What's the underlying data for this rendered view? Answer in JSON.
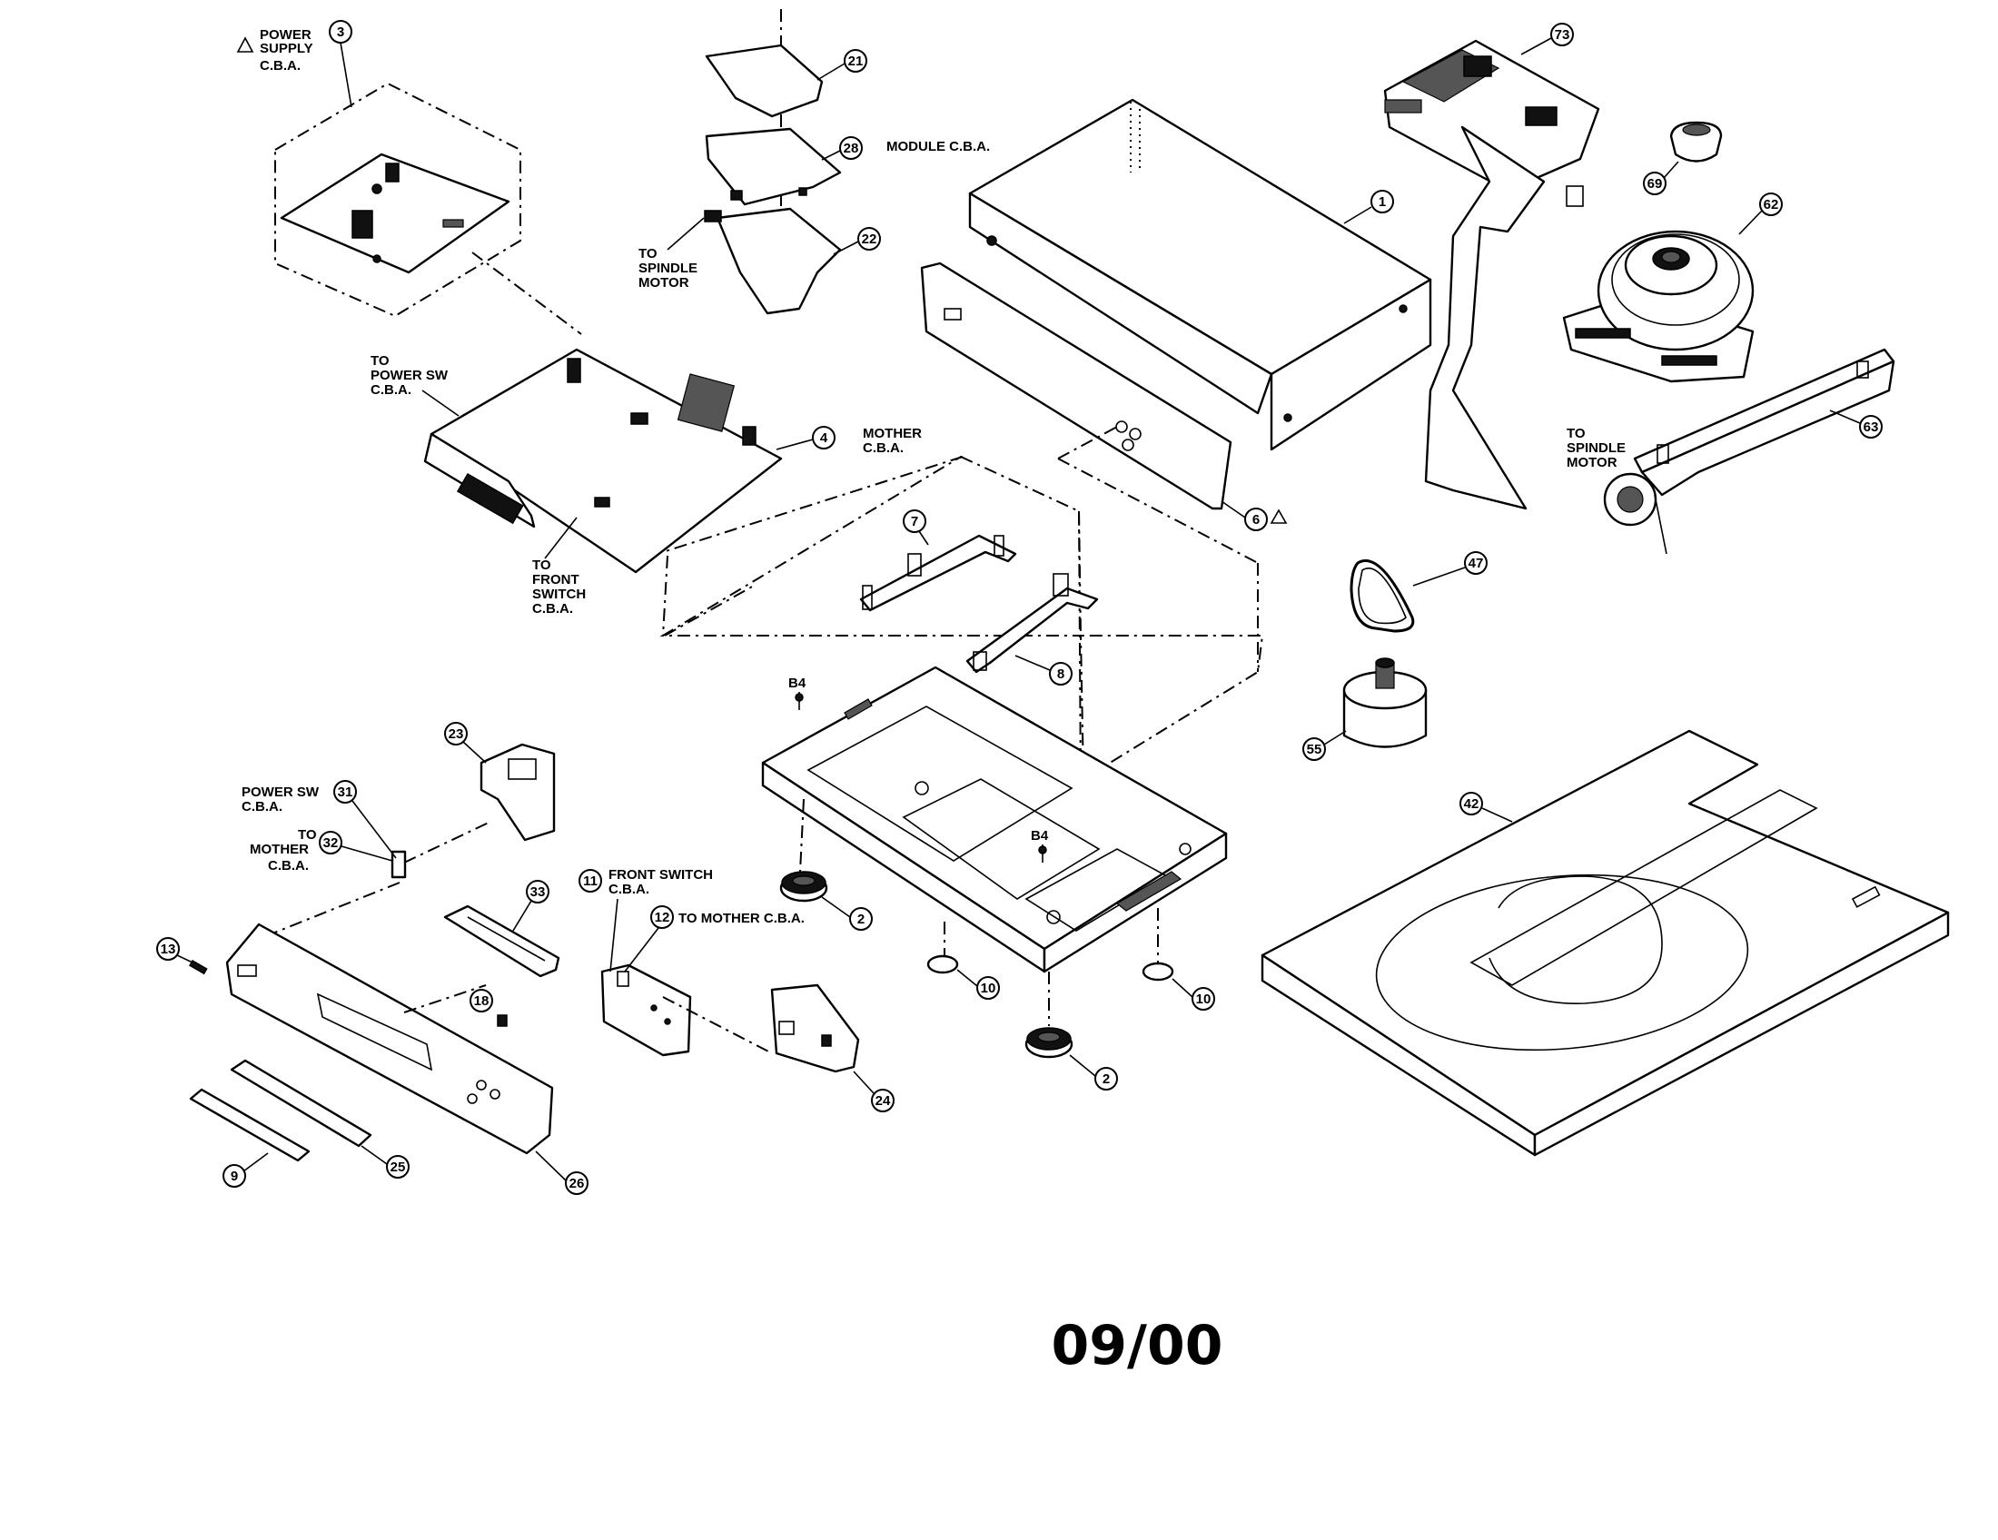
{
  "footer": {
    "date_code": "09/00"
  },
  "labels": {
    "power_supply": [
      "POWER",
      "SUPPLY",
      "C.B.A."
    ],
    "module_cba": "MODULE C.B.A.",
    "to_spindle_motor_top": [
      "TO",
      "SPINDLE",
      "MOTOR"
    ],
    "to_power_sw_cba": [
      "TO",
      "POWER SW",
      "C.B.A."
    ],
    "mother_cba": [
      "MOTHER",
      "C.B.A."
    ],
    "to_front_switch_cba": [
      "TO",
      "FRONT",
      "SWITCH",
      "C.B.A."
    ],
    "to_spindle_motor_right": [
      "TO",
      "SPINDLE",
      "MOTOR"
    ],
    "power_sw_cba": [
      "POWER SW",
      "C.B.A."
    ],
    "to_mother_cba_left": [
      "TO",
      "MOTHER",
      "C.B.A."
    ],
    "front_switch_cba": [
      "FRONT SWITCH",
      "C.B.A."
    ],
    "to_mother_cba_front": "TO MOTHER C.B.A.",
    "b84_a": "B4",
    "b84_b": "B4"
  },
  "warning_symbol": "warning-triangle-icon",
  "callouts": {
    "c1": "1",
    "c2a": "2",
    "c2b": "2",
    "c4": "4",
    "c6": "6",
    "c7": "7",
    "c8": "8",
    "c9": "9",
    "c10a": "10",
    "c10b": "10",
    "c11": "11",
    "c12": "12",
    "c13": "13",
    "c18": "18",
    "c21": "21",
    "c22": "22",
    "c23": "23",
    "c24": "24",
    "c25": "25",
    "c26": "26",
    "c28": "28",
    "c31": "31",
    "c32": "32",
    "c33": "33",
    "c3": "3",
    "c42": "42",
    "c47": "47",
    "c55": "55",
    "c62": "62",
    "c63": "63",
    "c69": "69",
    "c73": "73"
  }
}
